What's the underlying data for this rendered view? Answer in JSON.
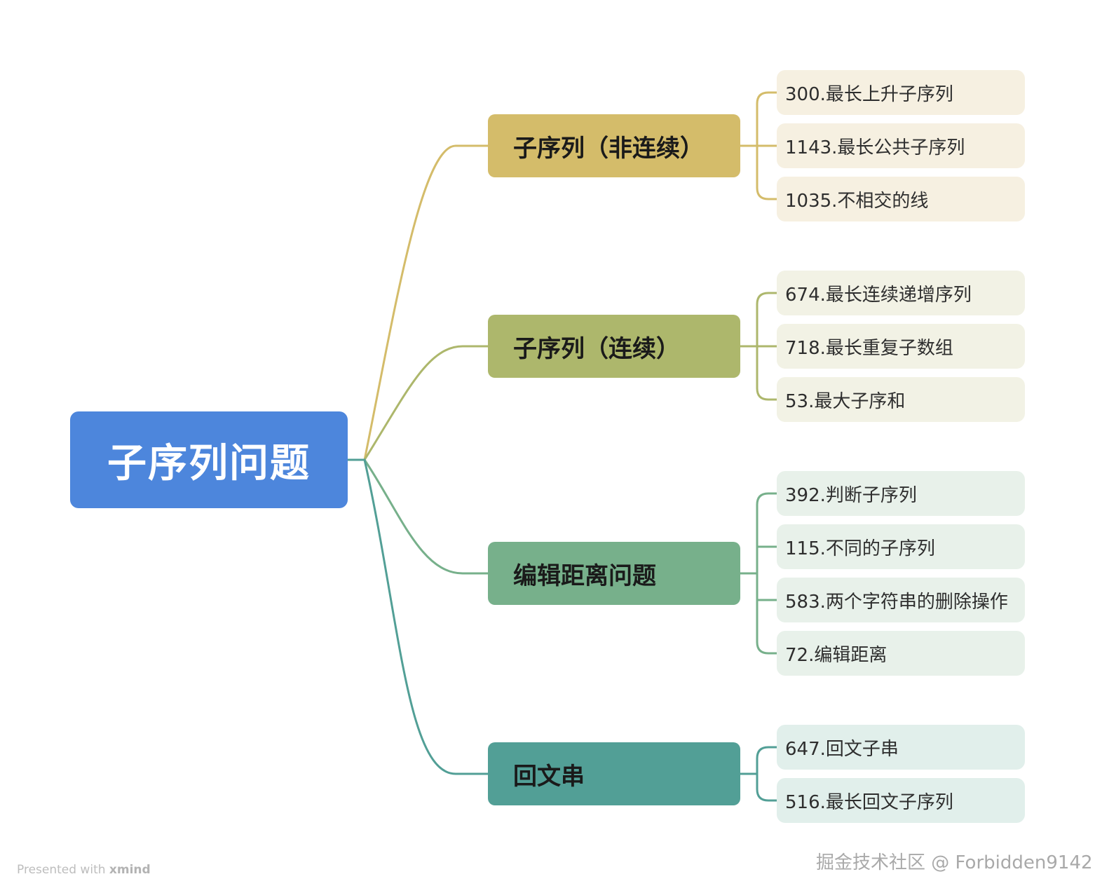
{
  "root": {
    "label": "子序列问题",
    "color": "#4d86dc"
  },
  "branches": [
    {
      "label": "子序列（非连续）",
      "color": "#d4bc6a",
      "leaf_bg": "#f6f0e1",
      "leaves": [
        "300.最长上升子序列",
        "1143.最长公共子序列",
        "1035.不相交的线"
      ]
    },
    {
      "label": "子序列（连续）",
      "color": "#adb76c",
      "leaf_bg": "#f2f2e5",
      "leaves": [
        "674.最长连续递增序列",
        "718.最长重复子数组",
        "53.最大子序和"
      ]
    },
    {
      "label": "编辑距离问题",
      "color": "#77b08b",
      "leaf_bg": "#e8f1ea",
      "leaves": [
        "392.判断子序列",
        "115.不同的子序列",
        "583.两个字符串的删除操作",
        "72.编辑距离"
      ]
    },
    {
      "label": "回文串",
      "color": "#529f96",
      "leaf_bg": "#e1efeb",
      "leaves": [
        "647.回文子串",
        "516.最长回文子序列"
      ]
    }
  ],
  "footer": {
    "presented_prefix": "Presented with",
    "presented_brand": "xmind",
    "watermark": "掘金技术社区 @ Forbidden9142"
  }
}
